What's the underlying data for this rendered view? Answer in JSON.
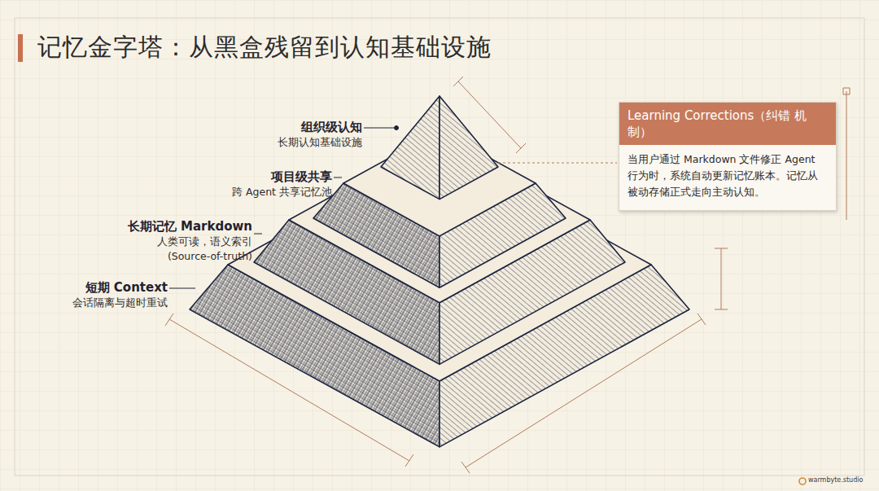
{
  "diagram": {
    "title": "记忆金字塔：从黑盒残留到认知基础设施",
    "nodes": [
      {
        "text": [
          "Learning Corrections（纠错 机制）",
          "当用户通过 Markdown 文件修正 Agent 行为时，系统自动更新记忆账本。记忆从 被动存储正式走向主动认知。"
        ]
      }
    ],
    "labels": [
      "组织级认知",
      "长期认知基础设施",
      "项目级共享",
      "跨 Agent 共享记忆池",
      "长期记忆 Markdown",
      "人类可读，语义索引 (Source-of-truth)",
      "短期 Context",
      "会话隔离与超时重试",
      "warmbyte.studio"
    ]
  }
}
